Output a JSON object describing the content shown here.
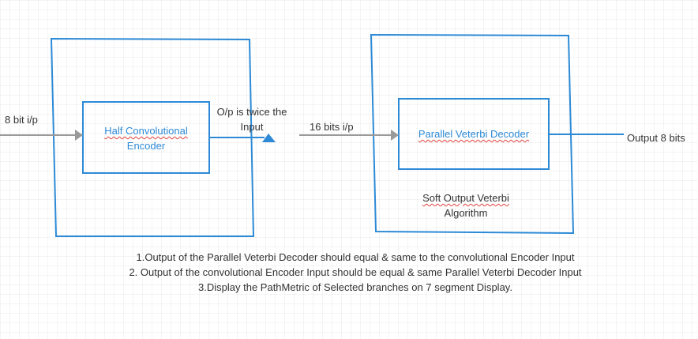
{
  "input_label": "8 bit i/p",
  "encoder": {
    "line1": "Half Convolutional",
    "line2": "Encoder"
  },
  "output_note": {
    "line1": "O/p is twice the",
    "line2": "Input"
  },
  "decoder_input_label": "16 bits i/p",
  "decoder": {
    "label": "Parallel Veterbi Decoder"
  },
  "output_label": "Output 8 bits",
  "algorithm": {
    "line1": "Soft Output Veterbi",
    "line2": "Algorithm"
  },
  "notes": [
    "1.Output of the Parallel Veterbi Decoder should equal & same to the convolutional Encoder Input",
    "2. Output of the convolutional Encoder Input should be equal & same Parallel Veterbi  Decoder Input",
    "3.Display the PathMetric of Selected branches  on 7 segment  Display."
  ],
  "colors": {
    "box_border": "#2d8ad6",
    "arrow_gray": "#999999",
    "text": "#333333",
    "spell_underline": "#e0423c"
  }
}
